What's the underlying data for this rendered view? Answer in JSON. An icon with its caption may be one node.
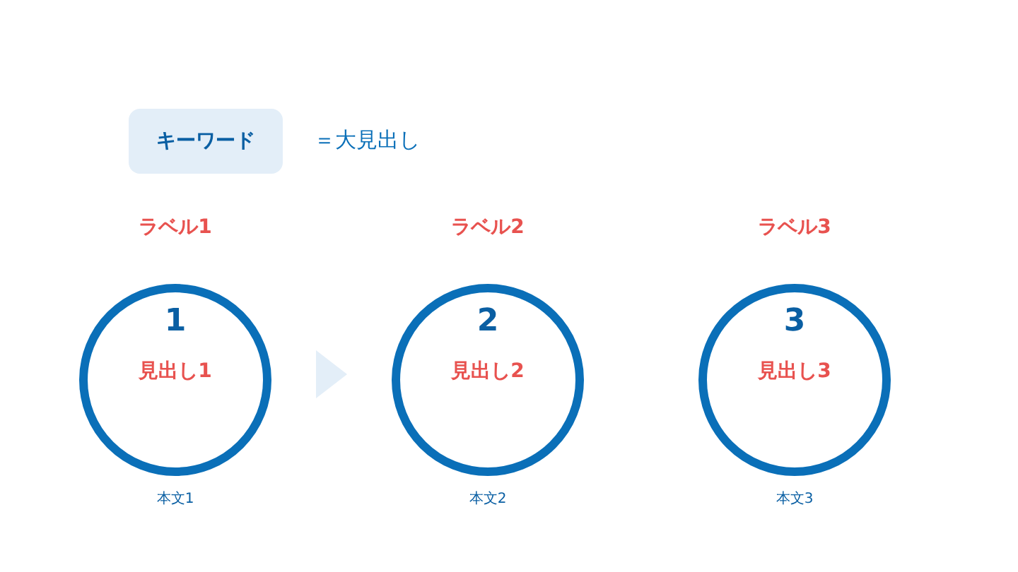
{
  "diagram": {
    "nodes": [
      {
        "text": [
          "キーワード"
        ],
        "beside": [
          "＝大見出し"
        ]
      },
      {
        "text": [
          "ラベル1",
          "1",
          "見出し1"
        ],
        "beside": [
          "本文1"
        ]
      },
      {
        "text": [
          "ラベル2",
          "2",
          "見出し2"
        ],
        "beside": [
          "本文2"
        ]
      },
      {
        "text": [
          "ラベル3",
          "3",
          "見出し3"
        ],
        "beside": [
          "本文3"
        ]
      }
    ],
    "edges": [
      {
        "from": 1,
        "to": 2,
        "arrow": "to"
      }
    ]
  }
}
